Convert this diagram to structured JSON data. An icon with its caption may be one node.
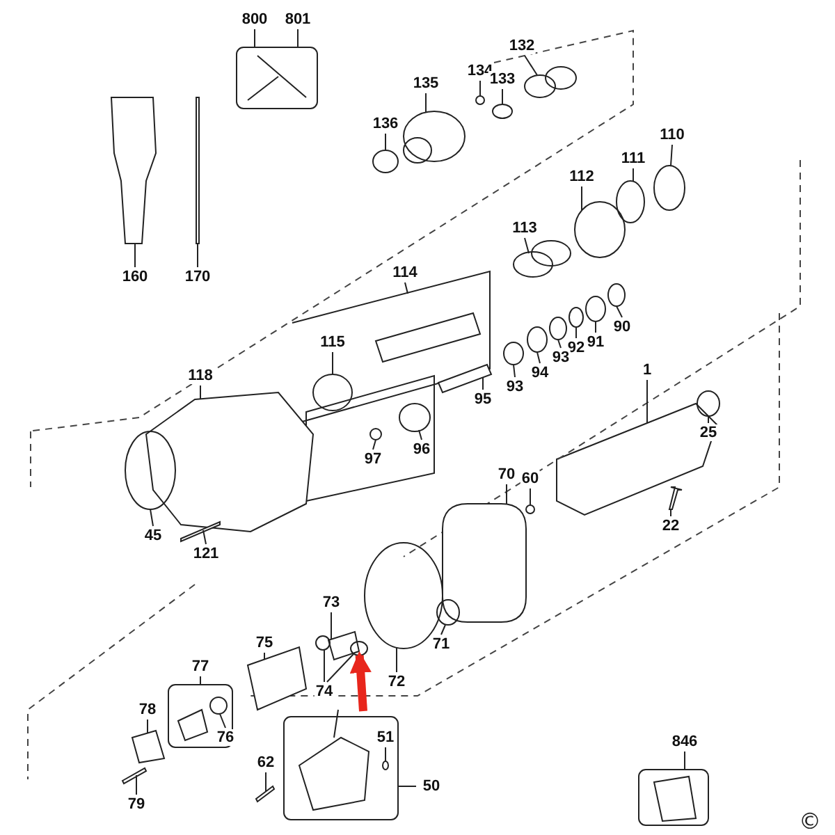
{
  "diagram": {
    "nodes": [
      {
        "text": [
          "800"
        ]
      },
      {
        "text": [
          "801"
        ]
      },
      {
        "text": [
          "132"
        ]
      },
      {
        "text": [
          "134"
        ]
      },
      {
        "text": [
          "133"
        ]
      },
      {
        "text": [
          "135"
        ]
      },
      {
        "text": [
          "136"
        ]
      },
      {
        "text": [
          "110"
        ]
      },
      {
        "text": [
          "111"
        ]
      },
      {
        "text": [
          "112"
        ]
      },
      {
        "text": [
          "113"
        ]
      },
      {
        "text": [
          "160"
        ]
      },
      {
        "text": [
          "170"
        ]
      },
      {
        "text": [
          "114"
        ]
      },
      {
        "text": [
          "90"
        ]
      },
      {
        "text": [
          "115"
        ]
      },
      {
        "text": [
          "91"
        ]
      },
      {
        "text": [
          "92"
        ]
      },
      {
        "text": [
          "93"
        ]
      },
      {
        "text": [
          "1"
        ]
      },
      {
        "text": [
          "94"
        ]
      },
      {
        "text": [
          "118"
        ]
      },
      {
        "text": [
          "93"
        ]
      },
      {
        "text": [
          "95"
        ]
      },
      {
        "text": [
          "25"
        ]
      },
      {
        "text": [
          "96"
        ]
      },
      {
        "text": [
          "97"
        ]
      },
      {
        "text": [
          "70"
        ]
      },
      {
        "text": [
          "60"
        ]
      },
      {
        "text": [
          "22"
        ]
      },
      {
        "text": [
          "45"
        ]
      },
      {
        "text": [
          "121"
        ]
      },
      {
        "text": [
          "73"
        ]
      },
      {
        "text": [
          "75"
        ]
      },
      {
        "text": [
          "71"
        ]
      },
      {
        "text": [
          "77"
        ]
      },
      {
        "text": [
          "72"
        ]
      },
      {
        "text": [
          "74"
        ]
      },
      {
        "text": [
          "78"
        ]
      },
      {
        "text": [
          "76"
        ]
      },
      {
        "text": [
          "51"
        ]
      },
      {
        "text": [
          "846"
        ]
      },
      {
        "text": [
          "62"
        ]
      },
      {
        "text": [
          "50"
        ]
      },
      {
        "text": [
          "79"
        ]
      },
      {
        "text": [],
        "shape": "circle"
      },
      {
        "text": [],
        "shape": "circle"
      },
      {
        "text": [],
        "shape": "circle"
      },
      {
        "text": [],
        "shape": "circle"
      },
      {
        "text": [],
        "shape": "circle"
      },
      {
        "text": [],
        "shape": "circle"
      },
      {
        "text": [],
        "shape": "circle"
      },
      {
        "text": [],
        "shape": "circle"
      },
      {
        "text": [],
        "shape": "circle"
      },
      {
        "text": [],
        "shape": "picture"
      },
      {
        "text": [],
        "shape": "bar"
      },
      {
        "text": [],
        "shape": "circle"
      },
      {
        "text": [],
        "shape": "circle"
      },
      {
        "text": [],
        "shape": "circle"
      },
      {
        "text": [],
        "shape": "circle"
      },
      {
        "text": [],
        "shape": "circle"
      },
      {
        "text": [],
        "shape": "circle"
      },
      {
        "text": [],
        "shape": "picture"
      },
      {
        "text": [],
        "shape": "circle"
      },
      {
        "text": [],
        "shape": "picture"
      },
      {
        "text": [],
        "shape": "circle"
      },
      {
        "text": [],
        "shape": "circle"
      },
      {
        "text": [],
        "shape": "circle"
      },
      {
        "text": [],
        "shape": "box"
      },
      {
        "text": [],
        "shape": "circle"
      },
      {
        "text": [],
        "shape": "bar"
      },
      {
        "text": [],
        "shape": "circle"
      },
      {
        "text": [],
        "shape": "bar"
      },
      {
        "text": [],
        "shape": "picture"
      },
      {
        "text": [],
        "shape": "picture"
      },
      {
        "text": [],
        "shape": "circle"
      },
      {
        "text": [],
        "shape": "circle"
      },
      {
        "text": [],
        "shape": "circle"
      },
      {
        "text": [],
        "shape": "circle"
      },
      {
        "text": [],
        "shape": "picture"
      },
      {
        "text": [],
        "shape": "circle"
      },
      {
        "text": [],
        "shape": "circle"
      },
      {
        "text": [],
        "shape": "bar"
      },
      {
        "text": [],
        "shape": "bar"
      }
    ],
    "edges": [
      {
        "from": 0,
        "to": null,
        "arrow": "none"
      },
      {
        "from": 1,
        "to": null,
        "arrow": "none"
      },
      {
        "from": 2,
        "to": 45,
        "arrow": "none"
      },
      {
        "from": 3,
        "to": 46,
        "arrow": "none"
      },
      {
        "from": 4,
        "to": 47,
        "arrow": "none"
      },
      {
        "from": 5,
        "to": 48,
        "arrow": "none"
      },
      {
        "from": 6,
        "to": 49,
        "arrow": "none"
      },
      {
        "from": 7,
        "to": 50,
        "arrow": "none"
      },
      {
        "from": 8,
        "to": 51,
        "arrow": "none"
      },
      {
        "from": 9,
        "to": 52,
        "arrow": "none"
      },
      {
        "from": 10,
        "to": 53,
        "arrow": "none"
      },
      {
        "from": 11,
        "to": 54,
        "arrow": "none"
      },
      {
        "from": 12,
        "to": 55,
        "arrow": "none"
      },
      {
        "from": 13,
        "to": null,
        "arrow": "none"
      },
      {
        "from": 14,
        "to": 56,
        "arrow": "none"
      },
      {
        "from": 15,
        "to": 57,
        "arrow": "none"
      },
      {
        "from": 16,
        "to": 58,
        "arrow": "none"
      },
      {
        "from": 17,
        "to": 59,
        "arrow": "none"
      },
      {
        "from": 18,
        "to": 60,
        "arrow": "none"
      },
      {
        "from": 19,
        "to": null,
        "arrow": "none"
      },
      {
        "from": 20,
        "to": 61,
        "arrow": "none"
      },
      {
        "from": 21,
        "to": 62,
        "arrow": "none"
      },
      {
        "from": 22,
        "to": 63,
        "arrow": "none"
      },
      {
        "from": 23,
        "to": 64,
        "arrow": "none"
      },
      {
        "from": 24,
        "to": 65,
        "arrow": "none"
      },
      {
        "from": 25,
        "to": 66,
        "arrow": "none"
      },
      {
        "from": 26,
        "to": 67,
        "arrow": "none"
      },
      {
        "from": 27,
        "to": 68,
        "arrow": "none"
      },
      {
        "from": 28,
        "to": 69,
        "arrow": "none"
      },
      {
        "from": 29,
        "to": 70,
        "arrow": "none"
      },
      {
        "from": 30,
        "to": 71,
        "arrow": "none"
      },
      {
        "from": 31,
        "to": 72,
        "arrow": "none"
      },
      {
        "from": 32,
        "to": 73,
        "arrow": "none"
      },
      {
        "from": 33,
        "to": 74,
        "arrow": "none"
      },
      {
        "from": 34,
        "to": 75,
        "arrow": "none"
      },
      {
        "from": 35,
        "to": null,
        "arrow": "none"
      },
      {
        "from": 36,
        "to": 76,
        "arrow": "none"
      },
      {
        "from": 37,
        "to": 77,
        "arrow": "none"
      },
      {
        "from": 37,
        "to": 78,
        "arrow": "none"
      },
      {
        "from": 38,
        "to": 79,
        "arrow": "none"
      },
      {
        "from": 39,
        "to": 80,
        "arrow": "none"
      },
      {
        "from": 40,
        "to": 81,
        "arrow": "none"
      },
      {
        "from": 41,
        "to": null,
        "arrow": "none"
      },
      {
        "from": 42,
        "to": 82,
        "arrow": "none"
      },
      {
        "from": 43,
        "to": null,
        "arrow": "none"
      },
      {
        "from": 44,
        "to": 83,
        "arrow": "none"
      },
      {
        "from": null,
        "to": 78,
        "arrow": "to",
        "style": "thick",
        "color": "#e8261c"
      }
    ],
    "labels": [
      "©"
    ]
  }
}
